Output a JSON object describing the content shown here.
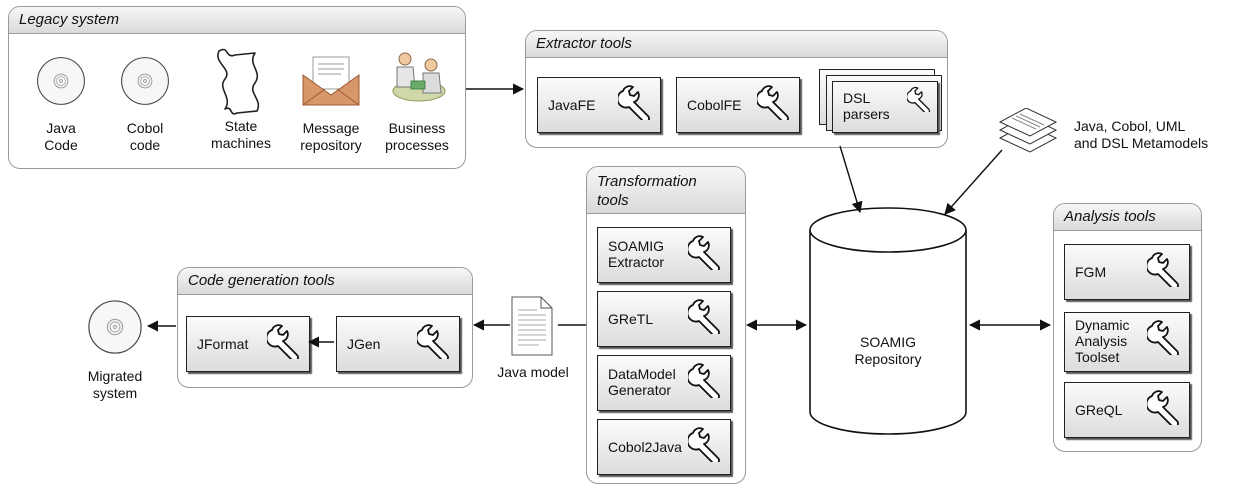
{
  "legacy": {
    "title": "Legacy system",
    "items": [
      {
        "label": "Java\nCode",
        "icon": "disc-icon"
      },
      {
        "label": "Cobol\ncode",
        "icon": "disc-icon"
      },
      {
        "label": "State\nmachines",
        "icon": "scroll-icon"
      },
      {
        "label": "Message\nrepository",
        "icon": "envelope-icon"
      },
      {
        "label": "Business\nprocesses",
        "icon": "people-icon"
      }
    ]
  },
  "extractor": {
    "title": "Extractor tools",
    "tools": [
      "JavaFE",
      "CobolFE",
      "DSL\nparsers"
    ]
  },
  "metamodels": {
    "label": "Java, Cobol, UML\nand DSL Metamodels"
  },
  "transformation": {
    "title": "Transformation\ntools",
    "tools": [
      "SOAMIG\nExtractor",
      "GReTL",
      "DataModel\nGenerator",
      "Cobol2Java"
    ]
  },
  "repository": {
    "label": "SOAMIG\nRepository"
  },
  "analysis": {
    "title": "Analysis tools",
    "tools": [
      "FGM",
      "Dynamic\nAnalysis\nToolset",
      "GReQL"
    ]
  },
  "codegen": {
    "title": "Code generation tools",
    "tools": [
      "JFormat",
      "JGen"
    ]
  },
  "java_model": {
    "label": "Java model"
  },
  "migrated": {
    "label": "Migrated\nsystem"
  }
}
